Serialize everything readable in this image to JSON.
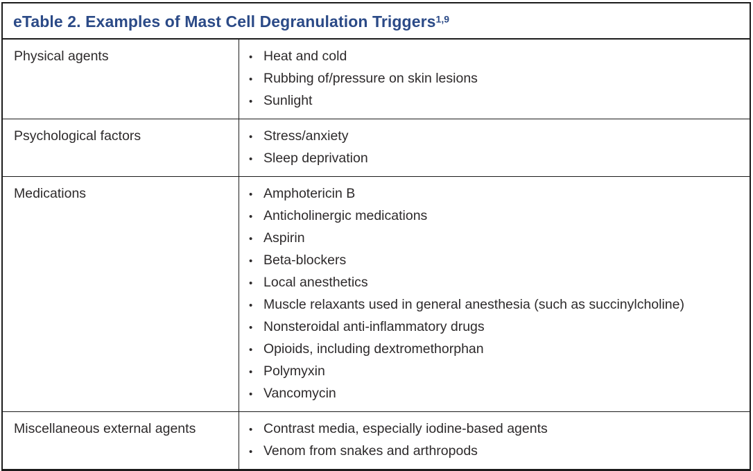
{
  "table": {
    "title": "eTable 2. Examples of Mast Cell Degranulation Triggers",
    "title_superscript": "1,9",
    "rows": [
      {
        "category": "Physical agents",
        "items": [
          "Heat and cold",
          "Rubbing of/pressure on skin lesions",
          "Sunlight"
        ]
      },
      {
        "category": "Psychological factors",
        "items": [
          "Stress/anxiety",
          "Sleep deprivation"
        ]
      },
      {
        "category": "Medications",
        "items": [
          "Amphotericin B",
          "Anticholinergic medications",
          "Aspirin",
          "Beta-blockers",
          "Local anesthetics",
          "Muscle relaxants used in general anesthesia (such as succinylcholine)",
          "Nonsteroidal anti-inflammatory drugs",
          "Opioids, including dextromethorphan",
          "Polymyxin",
          "Vancomycin"
        ]
      },
      {
        "category": "Miscellaneous external agents",
        "items": [
          "Contrast media, especially iodine-based agents",
          "Venom from snakes and arthropods"
        ]
      }
    ]
  },
  "icons": {
    "bullet": "•"
  },
  "colors": {
    "title_blue": "#2b4a87",
    "text": "#2d2a2b",
    "border": "#1b1b1b",
    "background": "#ffffff"
  }
}
